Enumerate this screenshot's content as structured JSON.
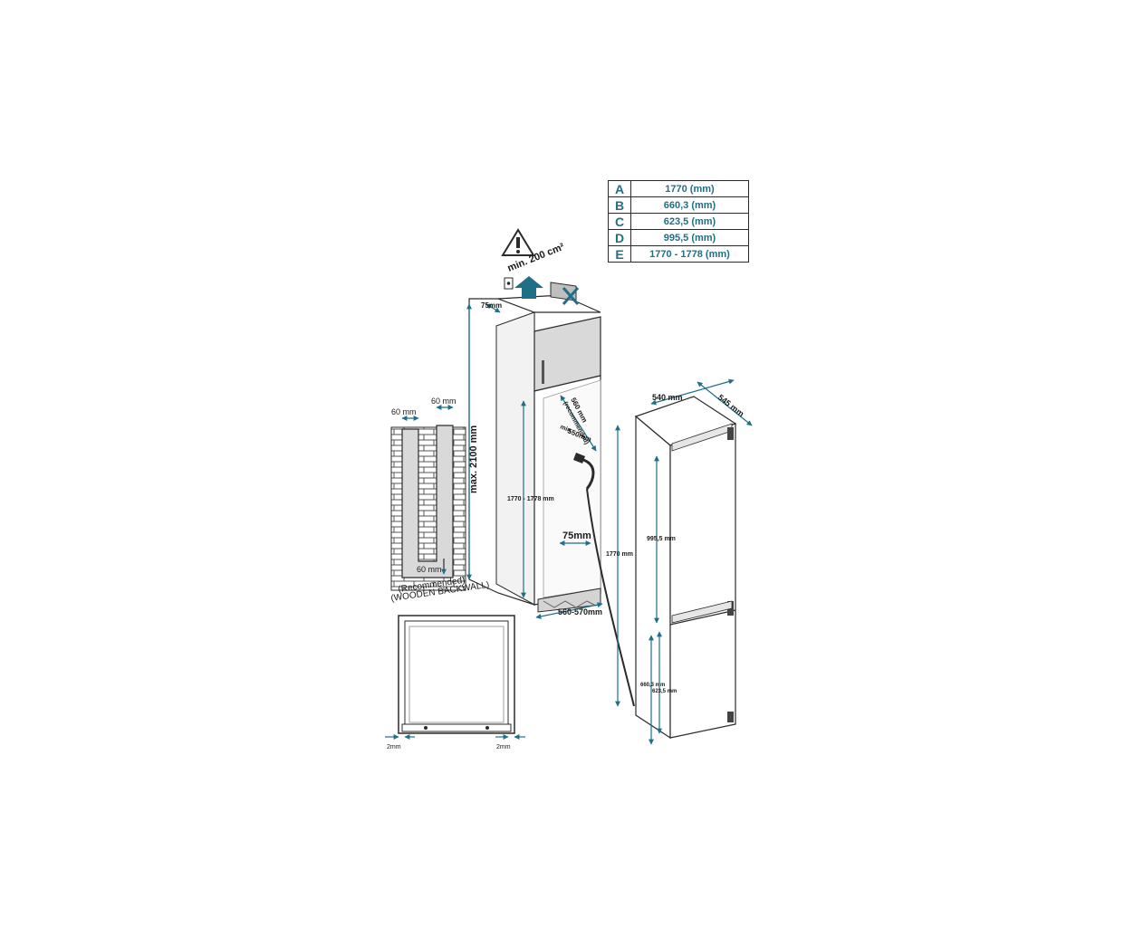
{
  "colors": {
    "accent": "#1f6f86",
    "line": "#2b2b2b",
    "panel": "#d9d9d9"
  },
  "spec_table": [
    {
      "key": "A",
      "value": "1770 (mm)"
    },
    {
      "key": "B",
      "value": "660,3 (mm)"
    },
    {
      "key": "C",
      "value": "623,5 (mm)"
    },
    {
      "key": "D",
      "value": "995,5 (mm)"
    },
    {
      "key": "E",
      "value": "1770 - 1778 (mm)"
    }
  ],
  "labels": {
    "vent_area": "min. 200 cm²",
    "top_gap": "75mm",
    "max_height": "max. 2100 mm",
    "niche_height": "1770 - 1778  mm",
    "recommended_depth": "560 mm",
    "recommended_tag": "(recommended)",
    "min_label": "min",
    "min_depth": "550mm",
    "rear_gap": "75mm",
    "niche_width": "560-570mm",
    "slot_left": "60 mm",
    "slot_right": "60 mm",
    "slot_bottom": "60 mm",
    "backwall_line1": "(WOODEN BACKWALL)",
    "backwall_line2": "(Recommended)",
    "frame_gap_left": "2mm",
    "frame_gap_right": "2mm",
    "appliance_width": "540 mm",
    "appliance_depth": "545 mm",
    "appliance_height": "1770  mm",
    "fridge_height": "995,5  mm",
    "freezer_height": "660,3  mm",
    "freezer_height_inner": "623,5  mm"
  },
  "icons": [
    "warning-icon",
    "vent-arrow-icon",
    "blocked-vent-icon",
    "power-plug-icon",
    "wall-socket-icon"
  ]
}
